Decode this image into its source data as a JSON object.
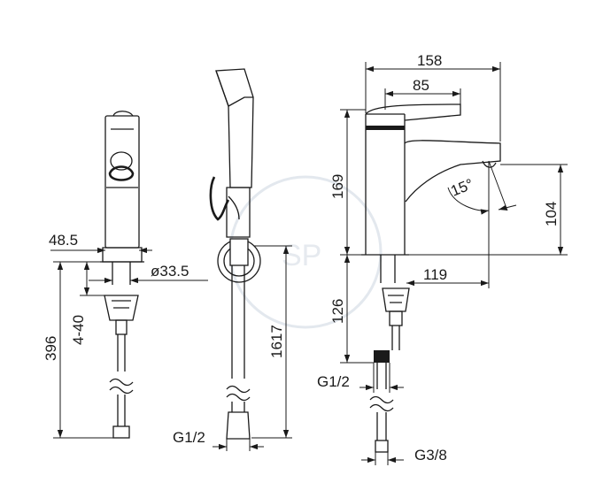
{
  "drawing": {
    "front_view": {
      "width_label": "48.5",
      "diameter_label": "ø33.5",
      "range_label": "4-40",
      "height_label": "396"
    },
    "hand_shower_view": {
      "hose_length_label": "1617",
      "thread_label": "G1/2"
    },
    "side_view": {
      "total_depth_label": "158",
      "lever_label": "85",
      "height_label": "169",
      "angle_label": "15°",
      "spout_height_label": "104",
      "spout_reach_label": "119",
      "shank_label": "126",
      "inlet_thread_label": "G1/2",
      "hose_thread_label": "G3/8"
    }
  }
}
